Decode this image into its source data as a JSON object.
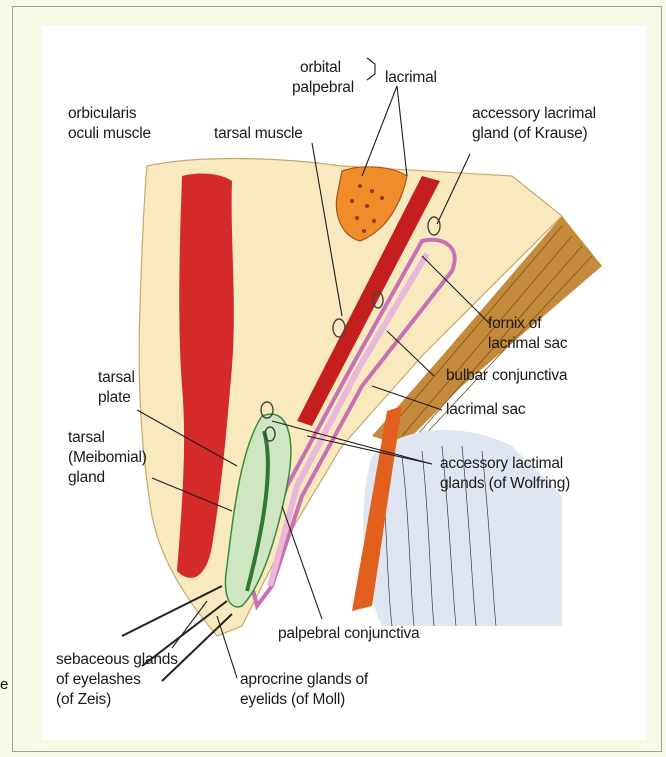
{
  "labels": {
    "orbital": "orbital",
    "palpebral": "palpebral",
    "lacrimal": "lacrimal",
    "orbicularis": "orbicularis\noculi muscle",
    "tarsal_muscle": "tarsal muscle",
    "accessory_krause": "accessory lacrimal\ngland (of Krause)",
    "fornix": "fornix of\nlacrimal sac",
    "bulbar": "bulbar conjunctiva",
    "lacrimal_sac": "lacrimal sac",
    "tarsal_plate": "tarsal\nplate",
    "tarsal_gland": "tarsal\n(Meibomial)\ngland",
    "accessory_wolfring": "accessory lactimal\nglands (of Wolfring)",
    "palpebral_conjunctiva": "palpebral conjunctiva",
    "zeis": "sebaceous glands\nof eyelashes\n(of Zeis)",
    "moll": "aprocrine glands of\neyelids (of Moll)"
  },
  "edge_char": "e",
  "colors": {
    "muscle_red": "#d42a2a",
    "skin": "#f9e9bf",
    "lacrimal_orange": "#f08c2a",
    "meibomian_green": "#cfe6c2",
    "conjunctiva_pink": "#e9b7d9",
    "tendon_brown": "#c48a3c",
    "sclera_blue": "#dfe6f2"
  }
}
